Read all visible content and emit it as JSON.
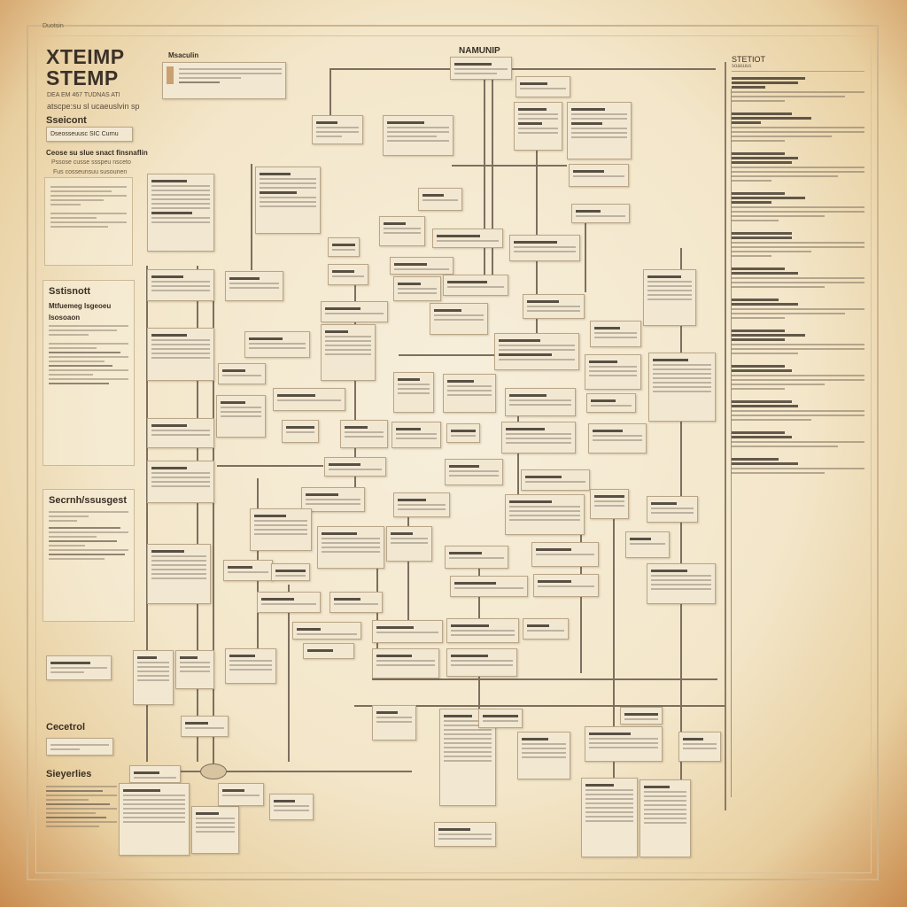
{
  "poster": {
    "corner_label": "Duotsin",
    "title_line1": "XTEIMP",
    "title_line2": "STEMP",
    "subtitle": "DEA EM 467 TUDNAS ATI",
    "subtitle2": "atscpe:su sl ucaeuslvin sp",
    "diagram_title": "NAMUNIP",
    "legend_title": "Msaculin"
  },
  "left_sidebar": {
    "sections": [
      {
        "heading": "Sseicont",
        "button": "Dseosseuusc SIC Curnu",
        "items": [
          "Ceose su slue snact finsnaflin",
          "Pssose cusse ssspeu nsceto",
          "Fus cosseunsuu susounen"
        ]
      },
      {
        "heading": "Sstisnott",
        "items": [
          "Mtfuemeg Isgeoeu",
          "Isosoaon"
        ]
      },
      {
        "heading": "Secrnh/ssusgest",
        "items": []
      },
      {
        "heading": "Cecetrol",
        "items": []
      },
      {
        "heading": "Sieyerlies",
        "items": []
      }
    ]
  },
  "right_column": {
    "header": "STETIOT",
    "subheader": "soasuus"
  },
  "colors": {
    "background": "#f3e6c9",
    "vignette": "#c98c4e",
    "box_fill": "#f2e8d2",
    "box_border": "#b9a587",
    "connector": "#7c6f60",
    "text_dark": "#3a2f24"
  }
}
